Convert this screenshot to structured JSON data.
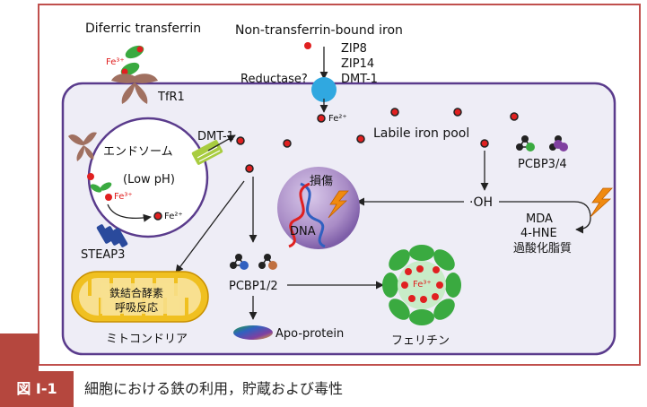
{
  "labels": {
    "diferric_transferrin": "Diferric transferrin",
    "ntbi": "Non-transferrin-bound iron",
    "fe3_top": "Fe³⁺",
    "tfr1": "TfR1",
    "zip8": "ZIP8",
    "zip14": "ZIP14",
    "dmt1_top": "DMT-1",
    "reductase": "Reductase?",
    "fe2_top": "Fe²⁺",
    "endosome": "エンドソーム",
    "low_ph": "(Low pH)",
    "fe3_endo": "Fe³⁺",
    "fe2_endo": "Fe²⁺",
    "dmt1_endo": "DMT-1",
    "steap3": "STEAP3",
    "labile_pool": "Labile iron pool",
    "pcbp34": "PCBP3/4",
    "damage": "損傷",
    "dna": "DNA",
    "oh": "·OH",
    "mda": "MDA",
    "hne": "4-HNE",
    "lipid_peroxide": "過酸化脂質",
    "pcbp12": "PCBP1/2",
    "mito_text1": "鉄結合酵素",
    "mito_text2": "呼吸反応",
    "mitochondria": "ミトコンドリア",
    "apo_protein": "Apo-protein",
    "ferritin_fe3": "Fe³⁺",
    "ferritin": "フェリチン"
  },
  "caption": {
    "figure_label": "図 I-1",
    "text": "細胞における鉄の利用，貯蔵および毒性"
  },
  "colors": {
    "outer_border": "#c0504d",
    "cell_border": "#5a3b8c",
    "cell_fill": "#eeedf6",
    "iron_red": "#e02020",
    "receptor_brown": "#a07060",
    "transporter_blue": "#30a8e0",
    "steap3_blue": "#2a4a9c",
    "dmt1_green": "#a8cc40",
    "mito_yellow": "#f0c020",
    "ferritin_green": "#3aaa40",
    "dna_purple": "#a98cc6",
    "lightning_orange": "#f08a10",
    "caption_red": "#b5473e"
  }
}
